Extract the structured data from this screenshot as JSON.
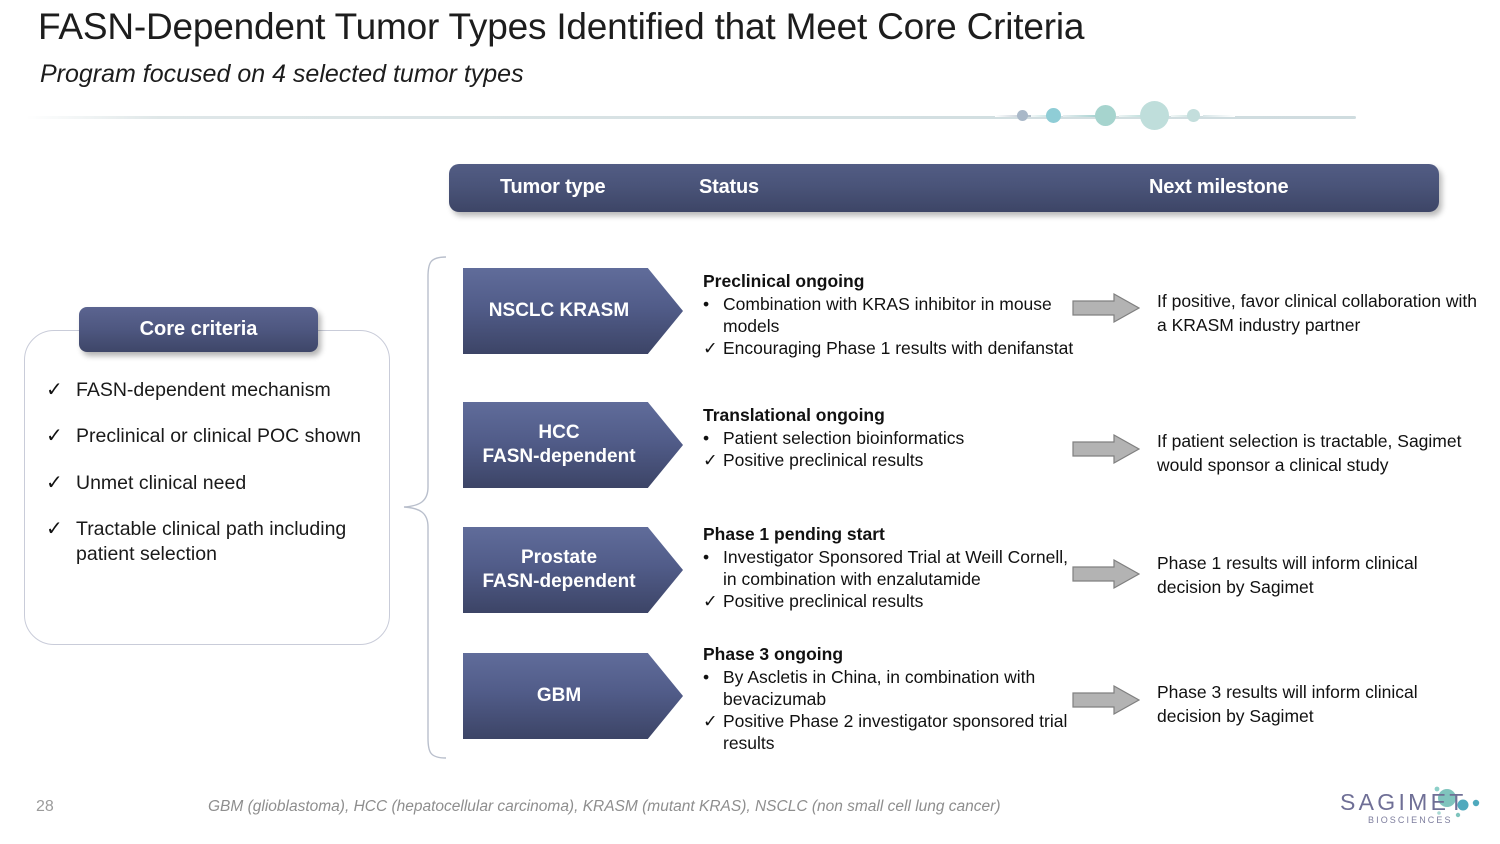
{
  "slide": {
    "title": "FASN-Dependent Tumor Types Identified that Meet Core Criteria",
    "subtitle": "Program focused on 4 selected tumor types",
    "page_number": "28",
    "footnote": "GBM (glioblastoma), HCC (hepatocellular carcinoma), KRASM (mutant KRAS), NSCLC (non small cell lung cancer)"
  },
  "table_header": {
    "tumor_type": "Tumor type",
    "status": "Status",
    "next_milestone": "Next milestone"
  },
  "core_criteria": {
    "heading": "Core criteria",
    "check_mark": "✓",
    "items": [
      {
        "text": "FASN-dependent mechanism"
      },
      {
        "text": "Preclinical or clinical POC shown"
      },
      {
        "text": "Unmet clinical need"
      },
      {
        "text": "Tractable clinical path including patient selection"
      }
    ]
  },
  "rows": [
    {
      "tumor_type": "NSCLC KRASM",
      "status_title": "Preclinical ongoing",
      "status_items": [
        {
          "marker": "•",
          "text": "Combination with KRAS inhibitor in mouse models"
        },
        {
          "marker": "✓",
          "text": "Encouraging Phase 1 results with denifanstat"
        }
      ],
      "milestone": "If positive, favor clinical collaboration with a KRASM industry partner"
    },
    {
      "tumor_type": "HCC\nFASN-dependent",
      "status_title": "Translational ongoing",
      "status_items": [
        {
          "marker": "•",
          "text": "Patient selection bioinformatics"
        },
        {
          "marker": "✓",
          "text": "Positive preclinical results"
        }
      ],
      "milestone": "If patient selection is tractable, Sagimet would sponsor a clinical study"
    },
    {
      "tumor_type": "Prostate\nFASN-dependent",
      "status_title": "Phase 1 pending start",
      "status_items": [
        {
          "marker": "•",
          "text": "Investigator Sponsored Trial at Weill Cornell, in combination with enzalutamide"
        },
        {
          "marker": "✓",
          "text": "Positive preclinical results"
        }
      ],
      "milestone": "Phase 1 results will inform clinical decision by Sagimet"
    },
    {
      "tumor_type": "GBM",
      "status_title": "Phase 3 ongoing",
      "status_items": [
        {
          "marker": "•",
          "text": "By Ascletis in China, in combination with bevacizumab"
        },
        {
          "marker": "✓",
          "text": "Positive Phase 2 investigator sponsored trial results"
        }
      ],
      "milestone": "Phase 3 results will inform clinical decision by Sagimet"
    }
  ],
  "logo": {
    "wordmark": "SAGIMET",
    "tagline": "BIOSCIENCES"
  },
  "colors": {
    "header_bar_top": "#525c84",
    "header_bar_bottom": "#3d4566",
    "chevron_top": "#606c9a",
    "chevron_bottom": "#3c4466",
    "arrow_fill": "#b3b3b3",
    "arrow_stroke": "#7f7f7f",
    "accent_teal": "#9ed3cf",
    "logo_purple": "#6f6f96",
    "rule": "#d4e0e2"
  }
}
